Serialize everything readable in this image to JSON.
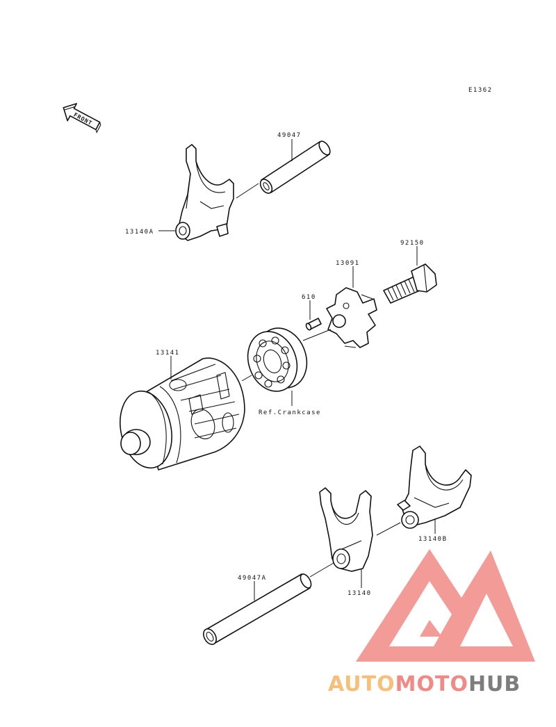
{
  "diagram": {
    "code": "E1362",
    "front_label": "FRONT",
    "callouts": {
      "shift_rod_upper": "49047",
      "fork_upper": "13140A",
      "bolt": "92150",
      "pin_plate": "13091",
      "pin": "610",
      "drum": "13141",
      "bearing_ref": "Ref.Crankcase",
      "fork_right": "13140B",
      "fork_left": "13140",
      "shift_rod_lower": "49047A"
    }
  },
  "watermark": {
    "part1": "AUTO",
    "part2": "MOTO",
    "part3": "HUB",
    "color_light": "#f7c07a",
    "color_red": "#f18a84",
    "color_dark": "#7d7d7d"
  }
}
